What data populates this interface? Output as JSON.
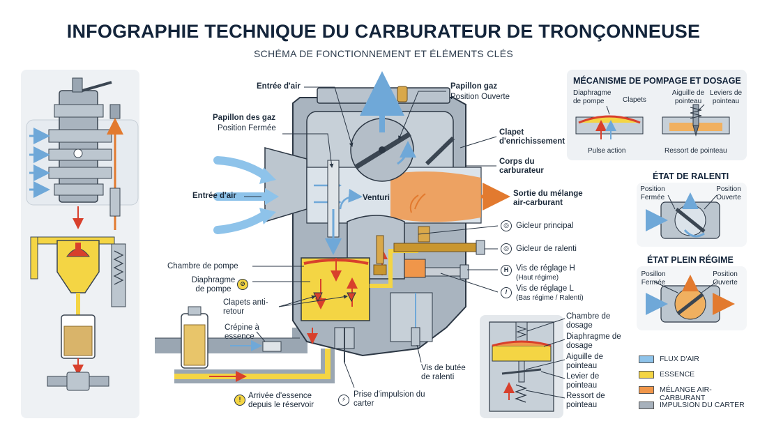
{
  "header": {
    "title": "INFOGRAPHIE TECHNIQUE DU CARBURATEUR DE TRONÇONNEUSE",
    "subtitle": "SCHÉMA DE FONCTIONNEMENT ET ÉLÉMENTS CLÉS"
  },
  "main": {
    "entree_air_top": "Entrée d'air",
    "papillon_gaz_title": "Papillon gaz",
    "papillon_gaz_state": "Position Ouverte",
    "papillon_des_gaz_title": "Papillon des gaz",
    "papillon_des_gaz_state": "Position Fermée",
    "clapet_enrichissement": "Clapet d'enrichissement",
    "corps_carburateur": "Corps du carburateur",
    "entree_air_left": "Entrée d'air",
    "venturi": "Venturi",
    "sortie_melange": "Sortie du mélange air-carburant",
    "gicleur_principal": "Gicleur principal",
    "gicleur_ralenti": "Gicleur de ralenti",
    "vis_h_title": "Vis de réglage H",
    "vis_h_sub": "(Haut régime)",
    "vis_l_title": "Vis de réglage L",
    "vis_l_sub": "(Bas régime / Ralenti)",
    "chambre_pompe": "Chambre de pompe",
    "diaphragme_pompe": "Diaphragme de pompe",
    "clapets_anti_retour": "Clapets anti-retour",
    "crepine": "Crépine à essence",
    "arrivee_essence": "Arrivée d'essence depuis le réservoir",
    "prise_impulsion": "Prise d'impulsion du carter",
    "vis_butee": "Vis de butée de ralenti",
    "chambre_dosage": "Chambre de dosage",
    "diaphragme_dosage": "Diaphragme de dosage",
    "aiguille_pointeau": "Aiguille de pointeau",
    "levier_pointeau": "Levier de pointeau",
    "ressort_pointeau": "Ressort de pointeau"
  },
  "mechanism": {
    "title": "MÉCANISME DE POMPAGE ET DOSAGE",
    "diaphragme": "Diaphragme de pompe",
    "clapets": "Clapets",
    "aiguille": "Aiguille de pointeau",
    "leviers": "Leviers de pointeau",
    "pulse": "Pulse action",
    "ressort": "Ressort de pointeau"
  },
  "ralenti": {
    "title": "ÉTAT DE RALENTI",
    "left": "Position Fermée",
    "right": "Position Ouverte"
  },
  "plein": {
    "title": "ÉTAT PLEIN RÉGIME",
    "left": "Posillon Fermée",
    "right": "Position Ouverte"
  },
  "legend": {
    "items": [
      {
        "label": "FLUX D'AIR",
        "color": "#8ec3ea"
      },
      {
        "label": "ESSENCE",
        "color": "#f4d544"
      },
      {
        "label": "MÉLANGE AIR-CARBURANT",
        "color": "#f0964a"
      },
      {
        "label": "IMPULSION DU CARTER",
        "color": "#a7b1bc"
      }
    ]
  },
  "icons": {
    "arrivee": "!",
    "impulsion": "⚡",
    "gicleur_p": "◎",
    "gicleur_r": "◎",
    "vis_h": "H",
    "vis_l": "/",
    "clapet": "⊘"
  },
  "colors": {
    "air": "#8ec3ea",
    "fuel": "#f4d544",
    "mix": "#f0964a",
    "body": "#9aa6b2",
    "pulse_red": "#d8402c"
  }
}
